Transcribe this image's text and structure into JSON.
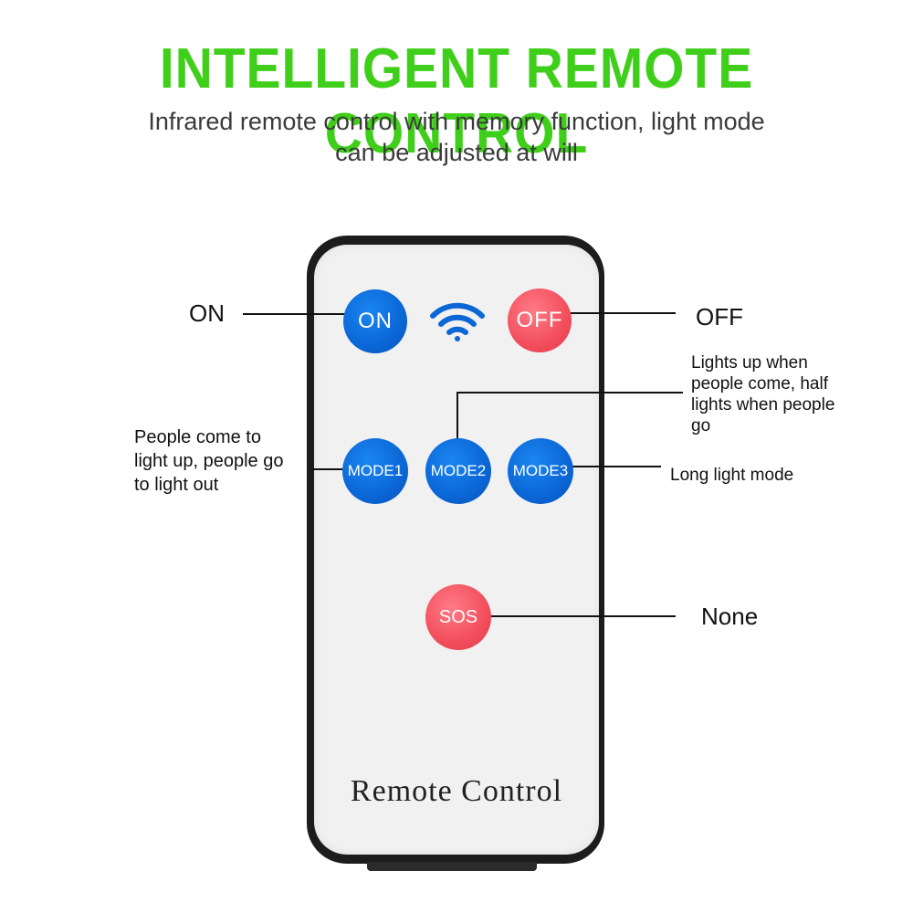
{
  "header": {
    "title": "INTELLIGENT REMOTE CONTROL",
    "subtitle": "Infrared remote control with memory function, light mode can be adjusted at will"
  },
  "remote": {
    "label": "Remote Control",
    "buttons": {
      "on": "ON",
      "off": "OFF",
      "mode1": "MODE1",
      "mode2": "MODE2",
      "mode3": "MODE3",
      "sos": "SOS"
    },
    "signal_icon": "wifi-icon"
  },
  "callouts": {
    "on": "ON",
    "off": "OFF",
    "mode1": "People come to light up, people go to light out",
    "mode2": "Lights up when people come, half lights when people go",
    "mode3": "Long light mode",
    "sos": "None"
  },
  "colors": {
    "title_green": "#3fcf1a",
    "button_blue": "#0b66d6",
    "button_red": "#f24e5c",
    "remote_body": "#1c1c1c",
    "remote_face": "#f1f1f1"
  }
}
